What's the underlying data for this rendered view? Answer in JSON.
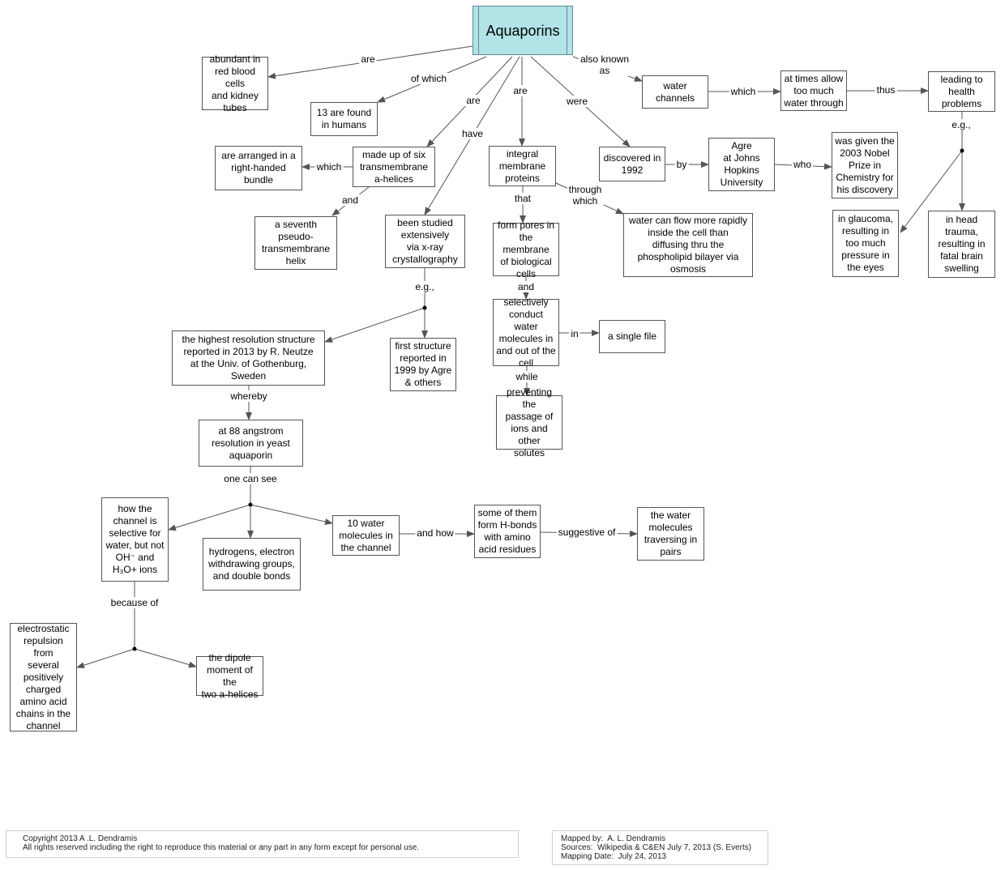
{
  "nodes": {
    "aquaporins": "Aquaporins",
    "abundant": "abundant in\nred blood cells\nand kidney\ntubes",
    "found_13": "13 are found\nin humans",
    "water_channels": "water\nchannels",
    "too_much_water": "at times allow\ntoo much\nwater through",
    "health_problems": "leading to\nhealth\nproblems",
    "made_up": "made up of six\ntransmembrane\na-helices",
    "right_handed": "are arranged in a\nright-handed\nbundle",
    "seventh": "a seventh\npseudo-\ntransmembrane\nhelix",
    "studied": "been studied\nextensively\nvia x-ray\ncrystallography",
    "integral": "integral\nmembrane\nproteins",
    "discovered": "discovered in\n1992",
    "agre": "Agre\nat Johns\nHopkins\nUniversity",
    "nobel": "was given the\n2003 Nobel\nPrize in\nChemistry for\nhis discovery",
    "glaucoma": "in glaucoma,\nresulting in\ntoo much\npressure in\nthe eyes",
    "head_trauma": "in head\ntrauma,\nresulting in\nfatal brain\nswelling",
    "form_pores": "form pores in\nthe membrane\nof biological\ncells",
    "flow_rapidly": "water can flow more rapidly\ninside the cell  than\ndiffusing thru the\nphospholipid bilayer via\nosmosis",
    "selectively": "selectively\nconduct water\nmolecules in\nand out of the\ncell",
    "single_file": "a single file",
    "preventing": "preventing the\npassage of\nions and other\nsolutes",
    "highest_res": "the highest resolution structure\nreported in 2013 by R. Neutze\nat the Univ. of Gothenburg,\nSweden",
    "first_structure": "first structure\nreported in\n1999 by Agre\n& others",
    "angstrom": "at 88 angstrom\nresolution in yeast\naquaporin",
    "selective_water": "how the\nchannel is\nselective for\nwater, but not\nOH⁻ and\nH₃O+ ions",
    "hydrogens": "hydrogens, electron\nwithdrawing groups,\nand double bonds",
    "ten_water": "10 water\nmolecules in\nthe channel",
    "h_bonds": "some of them\nform H-bonds\nwith amino\nacid residues",
    "pairs": "the water\nmolecules\ntraversing in\npairs",
    "electrostatic": "electrostatic\nrepulsion from\nseveral\npositively\ncharged\namino acid\nchains in the\nchannel",
    "dipole": "the dipole\nmoment of the\ntwo a-helices"
  },
  "links": {
    "are_1": "are",
    "of_which": "of which",
    "also_known_as": "also known\nas",
    "which_1": "which",
    "thus": "thus",
    "eg_1": "e.g.,",
    "are_2": "are",
    "have": "have",
    "are_3": "are",
    "were": "were",
    "which_2": "which",
    "and_1": "and",
    "by": "by",
    "who": "who",
    "that": "that",
    "through_which": "through\nwhich",
    "and_2": "and",
    "in": "in",
    "while": "while",
    "eg_2": "e.g.,",
    "whereby": "whereby",
    "one_can_see": "one can see",
    "and_how": "and how",
    "suggestive_of": "suggestive of",
    "because_of": "because of"
  },
  "footer": {
    "copyright_line1": "Copyright 2013 A .L. Dendramis",
    "copyright_line2": "All rights reserved including the right to reproduce this material or any part in any form except for personal use.",
    "mapped_by": "Mapped by:  A. L. Dendramis",
    "sources": "Sources:  Wikipedia & C&EN July 7, 2013 (S. Everts)",
    "mapping_date": "Mapping Date:  July 24, 2013"
  }
}
